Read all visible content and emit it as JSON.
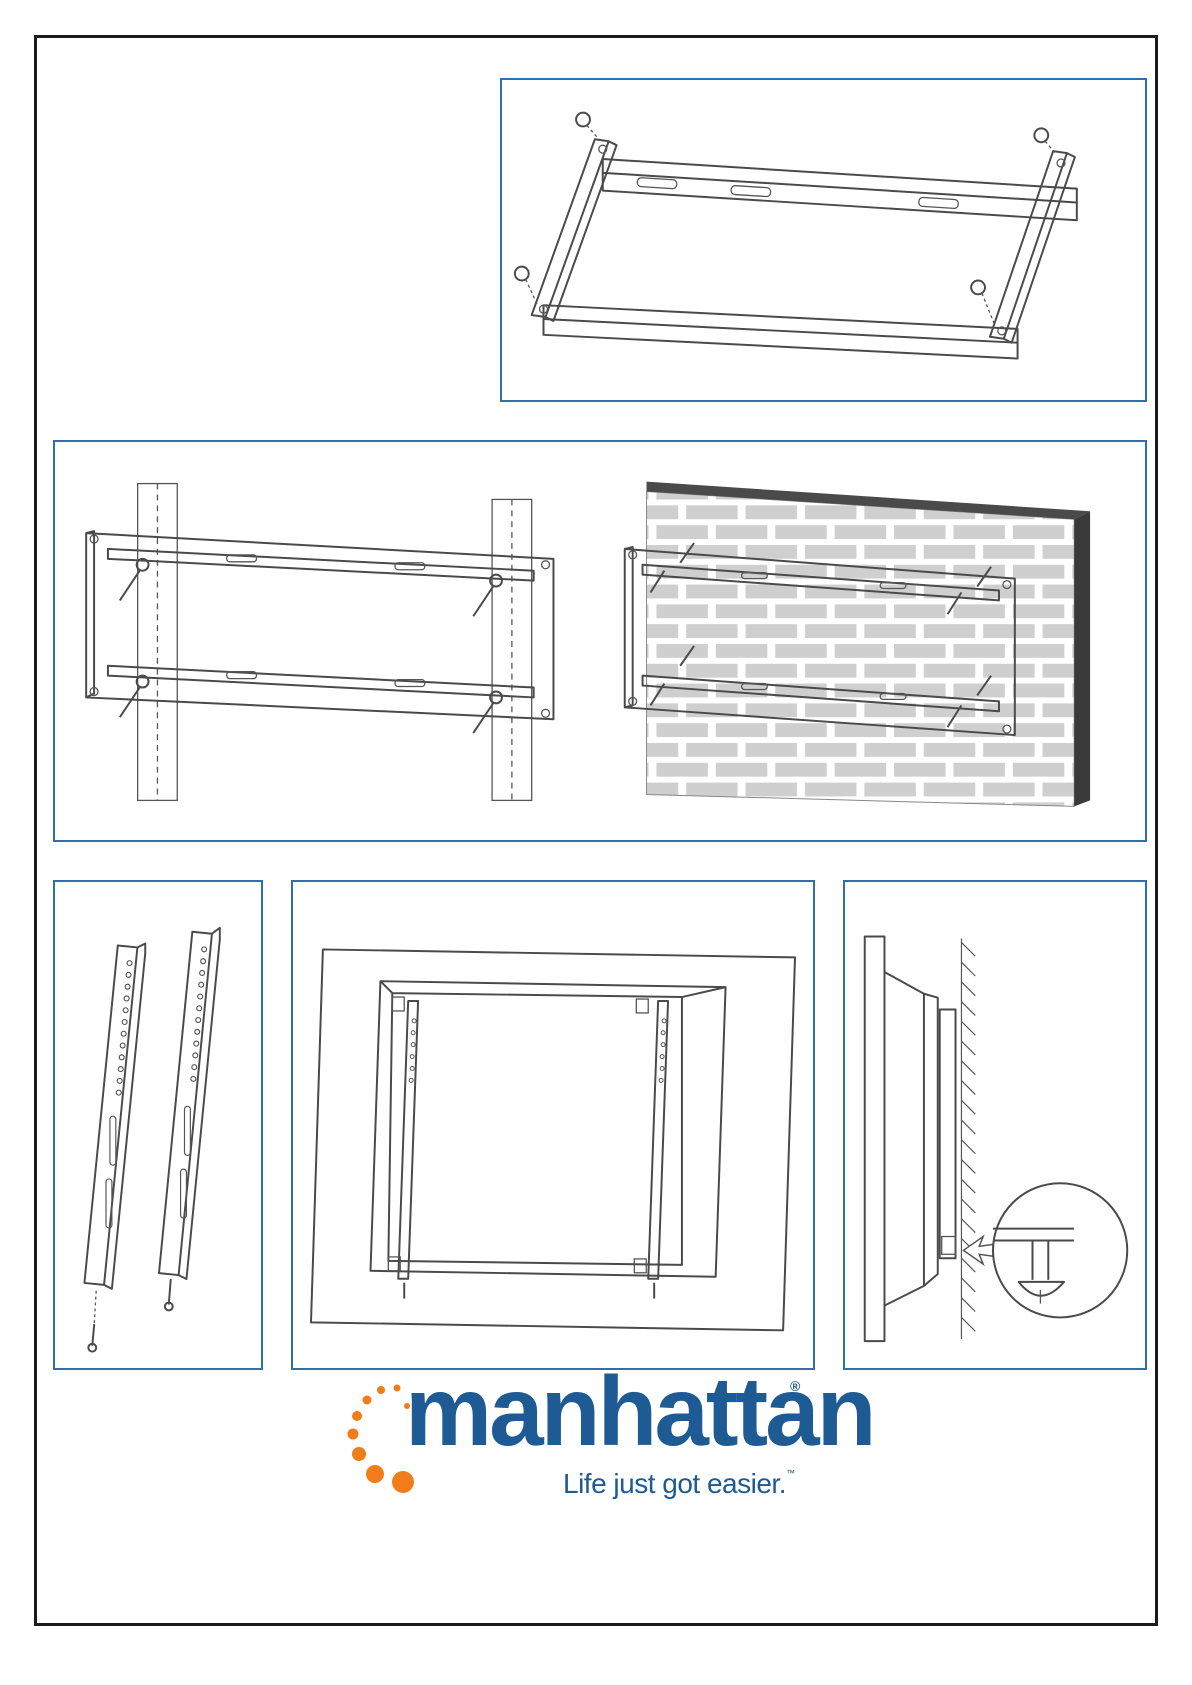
{
  "brand": {
    "name": "manhattan",
    "registered": "®",
    "tagline": "Life just got easier.",
    "trademark": "™",
    "colors": {
      "primary": "#1e5a94",
      "accent": "#f07d1a"
    }
  },
  "panels": [
    {
      "id": "frame-assembly",
      "depicts": "wall-bracket-assembly"
    },
    {
      "id": "wall-mounting",
      "depicts": "stud-and-brick-mounting"
    },
    {
      "id": "vertical-arms",
      "depicts": "vertical-arm-screws"
    },
    {
      "id": "tv-back-attach",
      "depicts": "arms-attached-to-tv"
    },
    {
      "id": "hang-on-wall",
      "depicts": "tv-hung-on-bracket"
    }
  ],
  "accent_color": "#2e6fb0"
}
